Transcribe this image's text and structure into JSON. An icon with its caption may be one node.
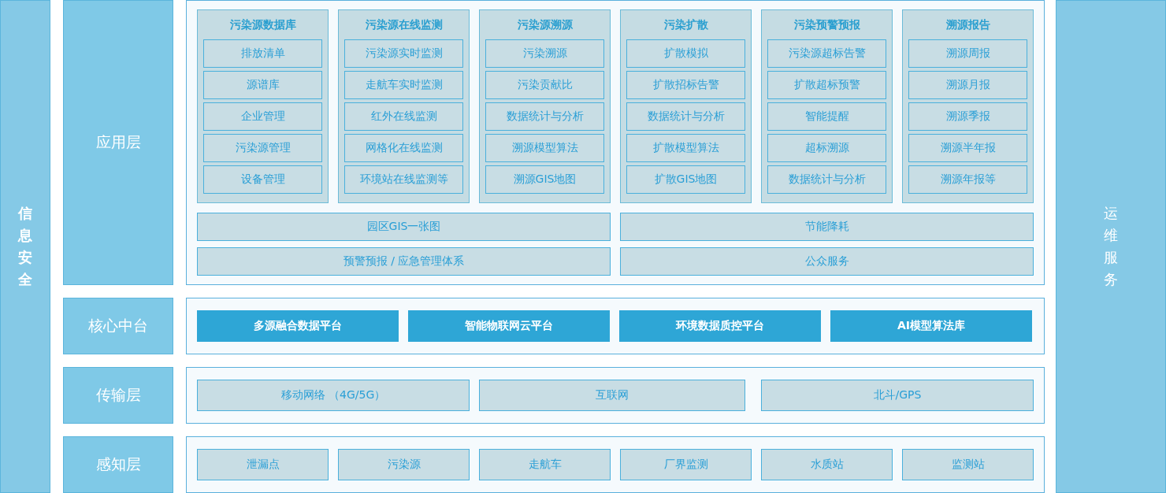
{
  "diagram": {
    "nodes": [
      {
        "text": [
          "信息安全"
        ]
      },
      {
        "text": [
          "应用层"
        ]
      },
      {
        "text": [],
        "shape": "box"
      },
      {
        "text": [
          "污染源数据库"
        ],
        "in": 2
      },
      {
        "text": [
          "排放清单"
        ],
        "in": 3
      },
      {
        "text": [
          "源谱库"
        ],
        "in": 3
      },
      {
        "text": [
          "企业管理"
        ],
        "in": 3
      },
      {
        "text": [
          "污染源管理"
        ],
        "in": 3
      },
      {
        "text": [
          "设备管理"
        ],
        "in": 3
      },
      {
        "text": [
          "污染源在线监测"
        ],
        "in": 2
      },
      {
        "text": [
          "污染源实时监测"
        ],
        "in": 9
      },
      {
        "text": [
          "走航车实时监测"
        ],
        "in": 9
      },
      {
        "text": [
          "红外在线监测"
        ],
        "in": 9
      },
      {
        "text": [
          "网格化在线监测"
        ],
        "in": 9
      },
      {
        "text": [
          "环境站在线监测等"
        ],
        "in": 9
      },
      {
        "text": [
          "污染源溯源"
        ],
        "in": 2
      },
      {
        "text": [
          "污染溯源"
        ],
        "in": 15
      },
      {
        "text": [
          "污染贡献比"
        ],
        "in": 15
      },
      {
        "text": [
          "数据统计与分析"
        ],
        "in": 15
      },
      {
        "text": [
          "溯源模型算法"
        ],
        "in": 15
      },
      {
        "text": [
          "溯源GIS地图"
        ],
        "in": 15
      },
      {
        "text": [
          "污染扩散"
        ],
        "in": 2
      },
      {
        "text": [
          "扩散模拟"
        ],
        "in": 21
      },
      {
        "text": [
          "扩散招标告警"
        ],
        "in": 21
      },
      {
        "text": [
          "数据统计与分析"
        ],
        "in": 21
      },
      {
        "text": [
          "扩散模型算法"
        ],
        "in": 21
      },
      {
        "text": [
          "扩散GIS地图"
        ],
        "in": 21
      },
      {
        "text": [
          "污染预警预报"
        ],
        "in": 2
      },
      {
        "text": [
          "污染源超标告警"
        ],
        "in": 27
      },
      {
        "text": [
          "扩散超标预警"
        ],
        "in": 27
      },
      {
        "text": [
          "智能提醒"
        ],
        "in": 27
      },
      {
        "text": [
          "超标溯源"
        ],
        "in": 27
      },
      {
        "text": [
          "数据统计与分析"
        ],
        "in": 27
      },
      {
        "text": [
          "溯源报告"
        ],
        "in": 2
      },
      {
        "text": [
          "溯源周报"
        ],
        "in": 33
      },
      {
        "text": [
          "溯源月报"
        ],
        "in": 33
      },
      {
        "text": [
          "溯源季报"
        ],
        "in": 33
      },
      {
        "text": [
          "溯源半年报"
        ],
        "in": 33
      },
      {
        "text": [
          "溯源年报等"
        ],
        "in": 33
      },
      {
        "text": [
          "园区GIS一张图"
        ],
        "in": 2
      },
      {
        "text": [
          "节能降耗"
        ],
        "in": 2
      },
      {
        "text": [
          "预警预报 / 应急管理体系"
        ],
        "in": 2
      },
      {
        "text": [
          "公众服务"
        ],
        "in": 2
      },
      {
        "text": [
          "核心中台"
        ]
      },
      {
        "text": [],
        "shape": "box"
      },
      {
        "text": [
          "多源融合数据平台"
        ],
        "in": 44
      },
      {
        "text": [
          "智能物联网云平台"
        ],
        "in": 44
      },
      {
        "text": [
          "环境数据质控平台"
        ],
        "in": 44
      },
      {
        "text": [
          "AI模型算法库"
        ],
        "in": 44
      },
      {
        "text": [
          "传输层"
        ]
      },
      {
        "text": [],
        "shape": "box"
      },
      {
        "text": [
          "移动网络 （4G/5G）"
        ],
        "in": 50
      },
      {
        "text": [
          "互联网"
        ],
        "in": 50
      },
      {
        "text": [
          "北斗/GPS"
        ],
        "in": 50
      },
      {
        "text": [
          "感知层"
        ]
      },
      {
        "text": [],
        "shape": "box"
      },
      {
        "text": [
          "泄漏点"
        ],
        "in": 55
      },
      {
        "text": [
          "污染源"
        ],
        "in": 55
      },
      {
        "text": [
          "走航车"
        ],
        "in": 55
      },
      {
        "text": [
          "厂界监测"
        ],
        "in": 55
      },
      {
        "text": [
          "水质站"
        ],
        "in": 55
      },
      {
        "text": [
          "监测站"
        ],
        "in": 55
      },
      {
        "text": [
          "运维服务"
        ]
      }
    ],
    "edges": []
  }
}
